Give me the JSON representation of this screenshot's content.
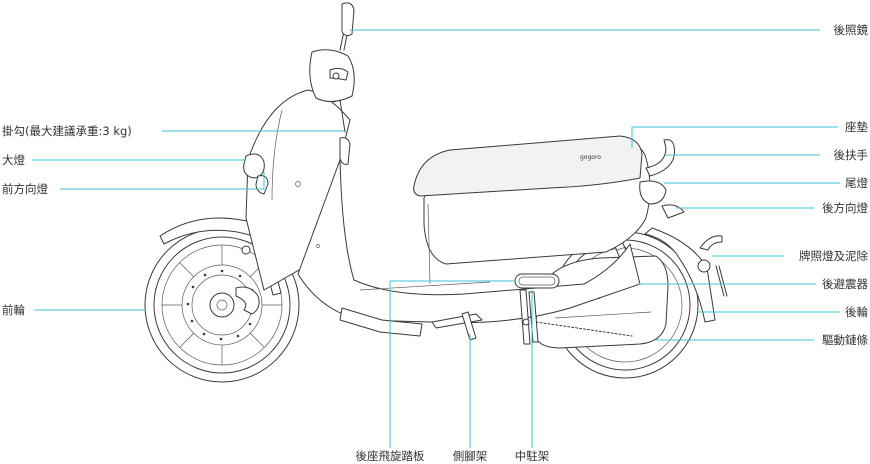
{
  "labels": {
    "rear_mirror": "後照鏡",
    "hook": "掛勾(最大建議承重:3 kg)",
    "headlight": "大燈",
    "front_turn_signal": "前方向燈",
    "front_wheel": "前輪",
    "seat": "座墊",
    "rear_handle": "後扶手",
    "tail_light": "尾燈",
    "rear_turn_signal": "後方向燈",
    "license_light_mudguard": "牌照燈及泥除",
    "rear_shock": "後避震器",
    "rear_wheel": "後輪",
    "drive_chain": "驅動鏈條",
    "rear_footpeg": "後座飛旋踏板",
    "side_stand": "側腳架",
    "center_stand": "中駐架"
  },
  "brand_marks": [
    "gogoro",
    "gogoro"
  ],
  "colors": {
    "leader_line": "#3fc3d6",
    "outline": "#3a3a3a",
    "label_text": "#333333"
  }
}
